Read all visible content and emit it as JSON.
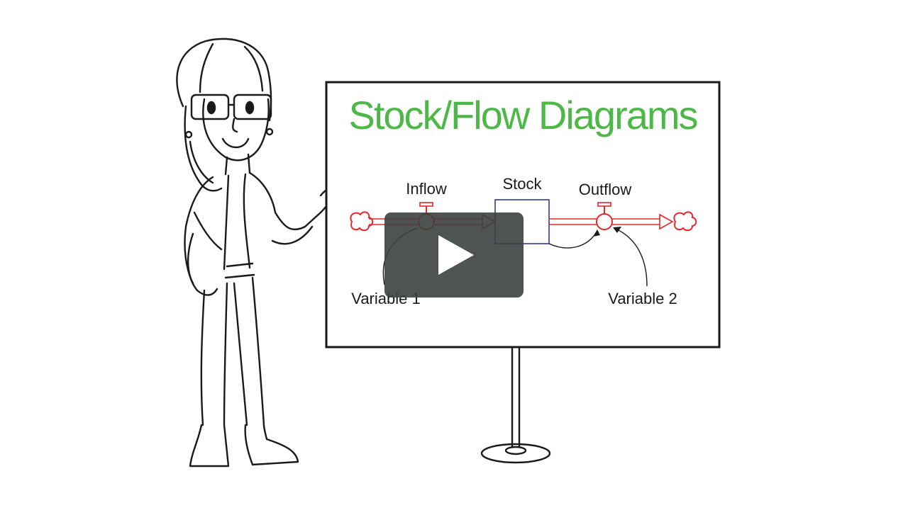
{
  "board": {
    "title": "Stock/Flow Diagrams",
    "title_color": "#4db848"
  },
  "diagram": {
    "inflow_label": "Inflow",
    "stock_label": "Stock",
    "outflow_label": "Outflow",
    "variable1_label": "Variable 1",
    "variable2_label": "Variable 2",
    "flow_color": "#e8262b",
    "stock_border_color": "#2e3a8c"
  },
  "player": {
    "play_button": "play-icon",
    "overlay_color": "#3c403f"
  }
}
